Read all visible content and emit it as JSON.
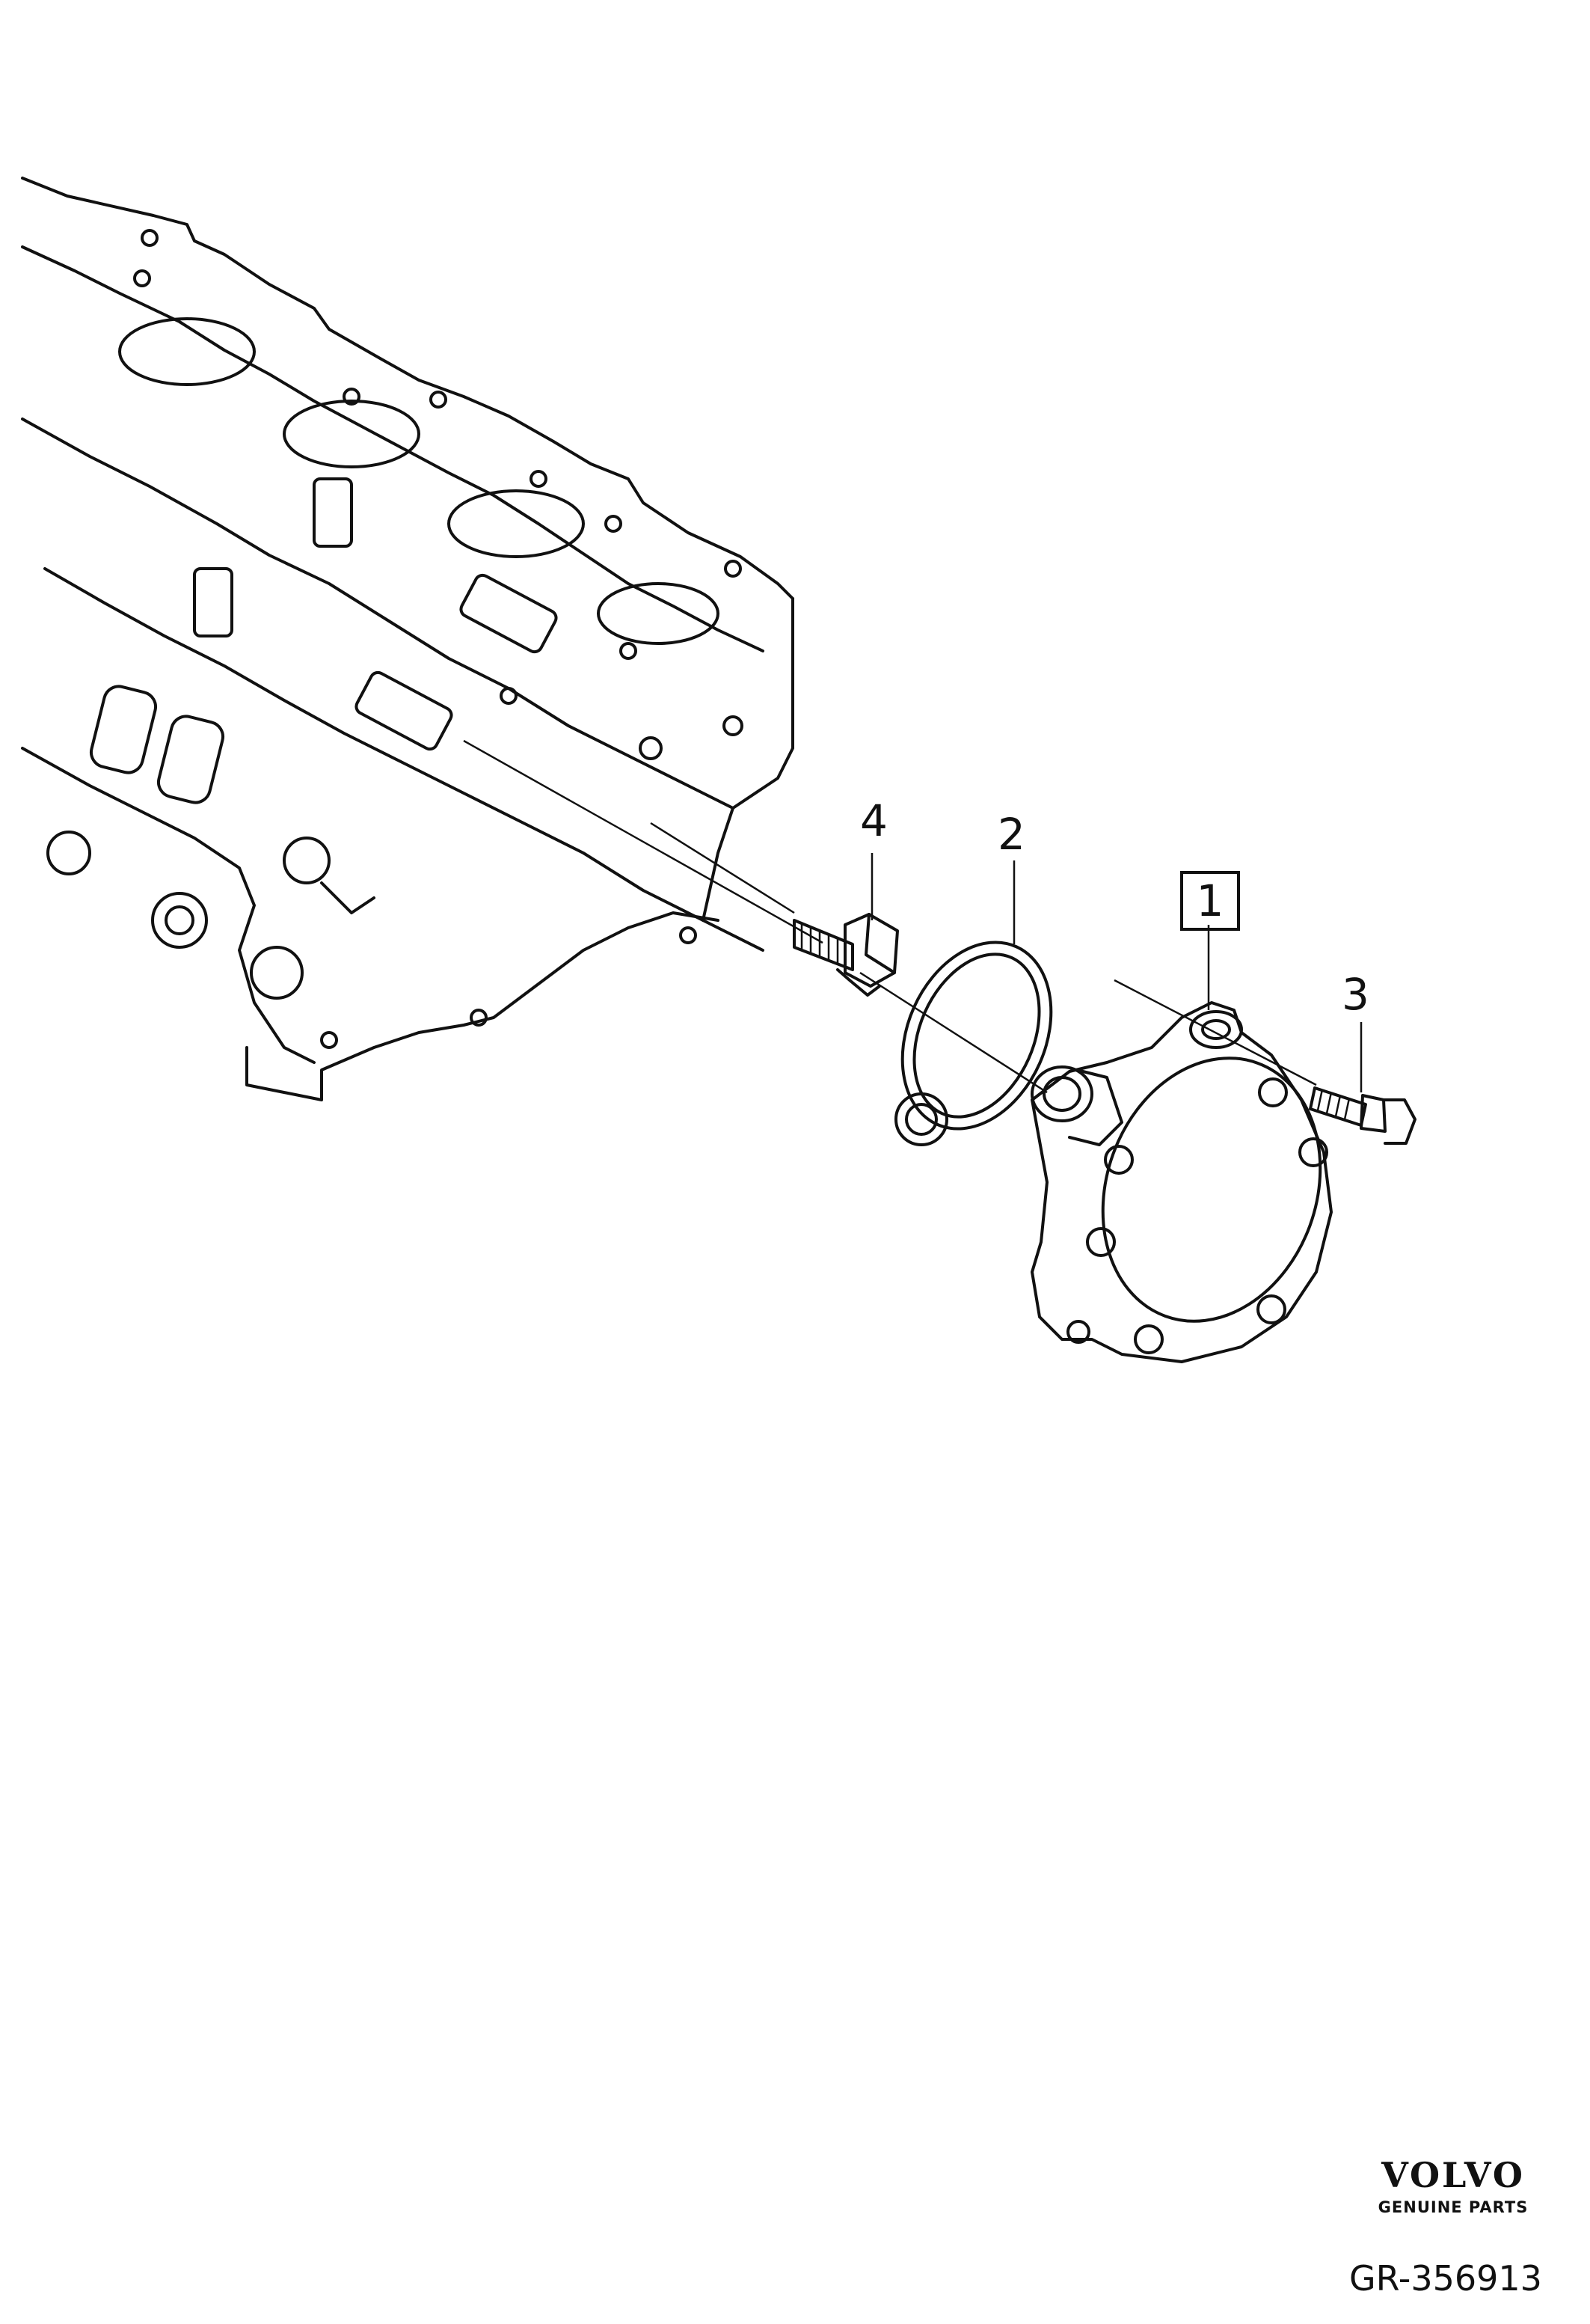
{
  "diagram": {
    "callouts": {
      "part1": "1",
      "part2": "2",
      "part3": "3",
      "part4": "4"
    },
    "brand": {
      "name": "VOLVO",
      "tagline": "GENUINE PARTS"
    },
    "reference_number": "GR-356913",
    "colors": {
      "ink": "#111111",
      "background": "#ffffff"
    }
  }
}
